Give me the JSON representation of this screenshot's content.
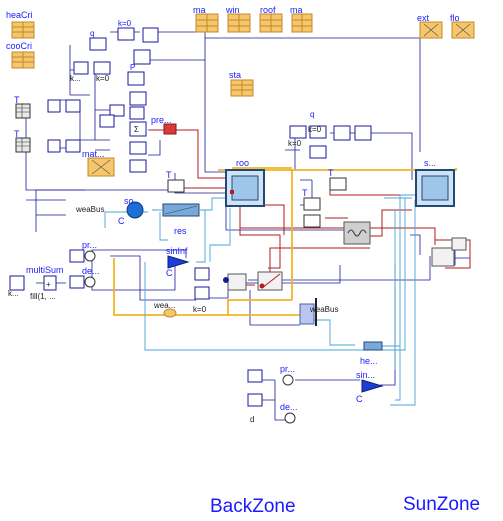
{
  "labels": {
    "heaCri": "heaCri",
    "cooCri": "cooCri",
    "ma1": "ma",
    "win": "win",
    "roof": "roof",
    "ma2": "ma",
    "ext": "ext",
    "flo": "flo",
    "sta": "sta",
    "T_top": "T",
    "T_mid": "T",
    "q": "q",
    "k0_a": "k=0",
    "k_a": "k...",
    "k0_b": "k=0",
    "P": "P",
    "pre": "pre...",
    "mat": "mat...",
    "roo": "roo",
    "s_zone": "s...",
    "T_roo": "T",
    "T_sun": "T",
    "T_sun2": "T",
    "weaBus_left": "weaBus",
    "so": "so...",
    "res": "res",
    "C_so": "C",
    "multiSum": "multiSum",
    "fill": "fill(1, ...",
    "k_left": "k...",
    "pr1": "pr...",
    "de1": "de...",
    "sinInf": "sinInf",
    "C_sin": "C",
    "k0_low": "k=0",
    "wea_small": "wea...",
    "weaBus_right": "weaBus",
    "k0_sun1": "k=0",
    "k0_sun2": "k=0",
    "q_sun": "q",
    "he": "he...",
    "pr2": "pr...",
    "sin2": "sin...",
    "C_sin2": "C",
    "de2": "de...",
    "d": "d",
    "BackZone": "BackZone",
    "SunZone": "SunZone"
  }
}
